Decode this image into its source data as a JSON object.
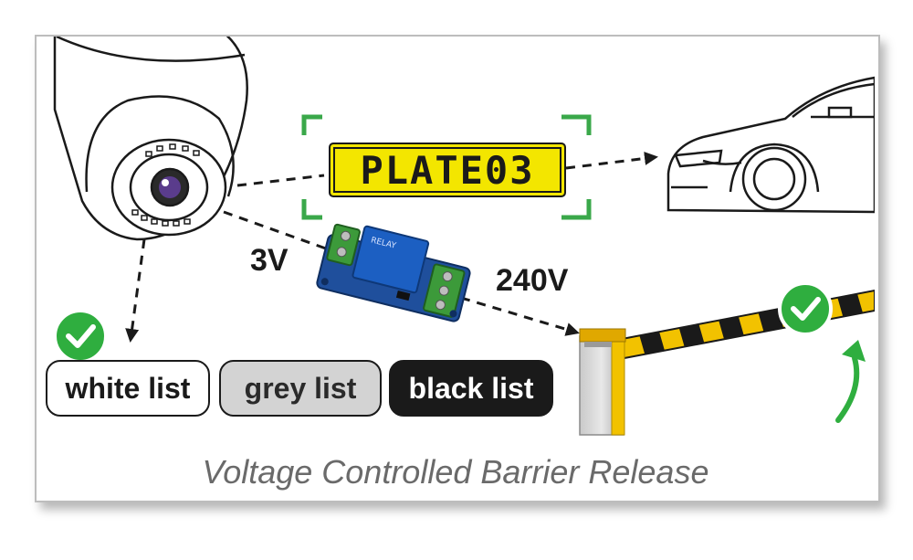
{
  "plate": {
    "text": "PLATE03"
  },
  "voltages": {
    "low": "3V",
    "high": "240V"
  },
  "lists": [
    {
      "label": "white list",
      "selected": true
    },
    {
      "label": "grey list",
      "selected": false
    },
    {
      "label": "black list",
      "selected": false
    }
  ],
  "caption": "Voltage Controlled Barrier Release",
  "colors": {
    "plate_yellow": "#f3e600",
    "bracket_green": "#3aa84a",
    "check_green": "#2fae3f",
    "barrier_yellow": "#f2c200",
    "relay_blue": "#1c5fc2",
    "terminal_green": "#3c9a3a"
  },
  "icons": [
    "dome-camera-icon",
    "car-icon",
    "relay-module-icon",
    "barrier-gate-icon",
    "check-icon",
    "curved-arrow-icon"
  ]
}
